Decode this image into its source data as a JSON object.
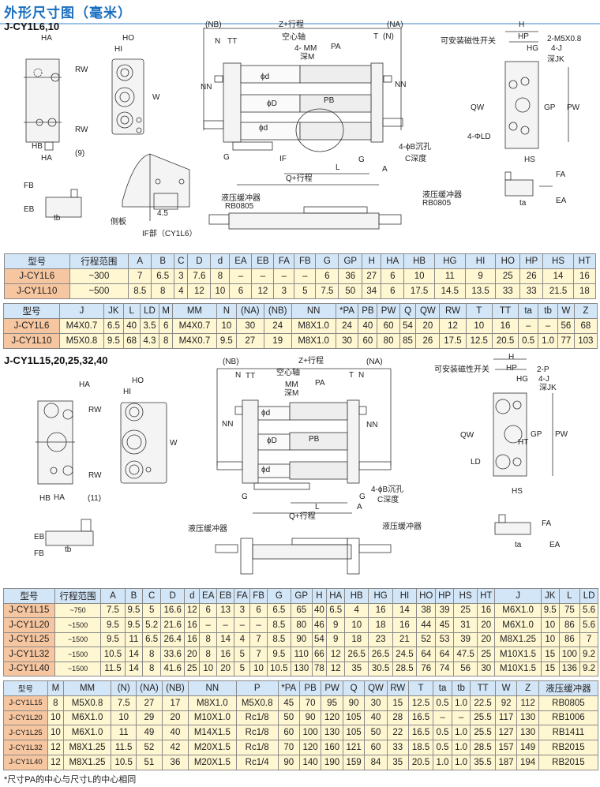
{
  "page_title": "外形尺寸图（毫米）",
  "section1": {
    "title": "J-CY1L6,10",
    "labels": {
      "ha_top": "HA",
      "rw_top": "RW",
      "rw_bot": "RW",
      "hb": "HB",
      "ha_bot": "HA",
      "nine": "(9)",
      "ho": "HO",
      "hi": "HI",
      "w": "W",
      "fb": "FB",
      "eb": "EB",
      "tb": "tb",
      "side_plate": "侧板",
      "dim45": "4.5",
      "if_part": "IF部（CY1L6）",
      "nb": "(NB)",
      "z_stroke": "Z+行程",
      "na": "(NA)",
      "n": "N",
      "tt": "TT",
      "t": "T",
      "n_paren": "(N)",
      "hollow_shaft": "空心轴",
      "mm": "4- MM",
      "pa": "PA",
      "depth_m": "深M",
      "nn_left": "NN",
      "nn_right": "NN",
      "phi_d1": "ϕd",
      "phi_D": "ϕD",
      "pb": "PB",
      "phi_d2": "ϕd",
      "b_counterbore": "4-ϕB沉孔",
      "c_depth": "C深度",
      "g_left": "G",
      "if": "IF",
      "g_right": "G",
      "l": "L",
      "a": "A",
      "q_stroke": "Q+行程",
      "buffer_left": "液压缓冲器",
      "rb_left": "RB0805",
      "buffer_right": "液压缓冲器",
      "rb_right": "RB0805",
      "h": "H",
      "hp": "HP",
      "magnetic_switch": "可安装磁性开关",
      "m5": "2-M5X0.8",
      "hg": "HG",
      "j": "4-J",
      "depth_jk": "深JK",
      "qw": "QW",
      "gp": "GP",
      "pw": "PW",
      "ld": "4-ΦLD",
      "hs": "HS",
      "fa": "FA",
      "ea": "EA",
      "ta": "ta"
    }
  },
  "section2": {
    "title": "J-CY1L15,20,25,32,40",
    "labels": {
      "ha_top": "HA",
      "rw_top": "RW",
      "rw_bot": "RW",
      "hb": "HB",
      "ha_bot": "HA",
      "eleven": "(11)",
      "ho": "HO",
      "hi": "HI",
      "w": "W",
      "eb": "EB",
      "fb": "FB",
      "tb": "tb",
      "nb": "(NB)",
      "z_stroke": "Z+行程",
      "na": "(NA)",
      "n_left": "N",
      "tt": "TT",
      "t": "T",
      "n_right": "N",
      "hollow_shaft": "空心轴",
      "mm": "MM",
      "pa": "PA",
      "depth_m": "深M",
      "nn_left": "NN",
      "nn_right": "NN",
      "phi_d1": "ϕd",
      "phi_D": "ϕD",
      "pb": "PB",
      "phi_d2": "ϕd",
      "b_counterbore": "4-ϕB沉孔",
      "c_depth": "C深度",
      "g_left": "G",
      "g_right": "G",
      "l": "L",
      "a": "A",
      "q_stroke": "Q+行程",
      "buffer_left": "液压缓冲器",
      "buffer_right": "液压缓冲器",
      "h": "H",
      "hp": "HP",
      "magnetic_switch": "可安装磁性开关",
      "p": "2-P",
      "hg": "HG",
      "j": "4-J",
      "depth_jk": "深JK",
      "qw": "QW",
      "gp": "GP",
      "pw": "PW",
      "ht": "HT",
      "ld": "LD",
      "hs": "HS",
      "fa": "FA",
      "ea": "EA",
      "ta": "ta"
    }
  },
  "tables": [
    {
      "headers": [
        "型号",
        "行程范围",
        "A",
        "B",
        "C",
        "D",
        "d",
        "EA",
        "EB",
        "FA",
        "FB",
        "G",
        "GP",
        "H",
        "HA",
        "HB",
        "HG",
        "HI",
        "HO",
        "HP",
        "HS",
        "HT"
      ],
      "rows": [
        [
          "J-CY1L6",
          "~300",
          "7",
          "6.5",
          "3",
          "7.6",
          "8",
          "–",
          "–",
          "–",
          "–",
          "6",
          "36",
          "27",
          "6",
          "10",
          "11",
          "9",
          "25",
          "26",
          "14",
          "16"
        ],
        [
          "J-CY1L10",
          "~500",
          "8.5",
          "8",
          "4",
          "12",
          "10",
          "6",
          "12",
          "3",
          "5",
          "7.5",
          "50",
          "34",
          "6",
          "17.5",
          "14.5",
          "13.5",
          "33",
          "33",
          "21.5",
          "18"
        ]
      ]
    },
    {
      "headers": [
        "型号",
        "J",
        "JK",
        "L",
        "LD",
        "M",
        "MM",
        "N",
        "(NA)",
        "(NB)",
        "NN",
        "*PA",
        "PB",
        "PW",
        "Q",
        "QW",
        "RW",
        "T",
        "TT",
        "ta",
        "tb",
        "W",
        "Z"
      ],
      "rows": [
        [
          "J-CY1L6",
          "M4X0.7",
          "6.5",
          "40",
          "3.5",
          "6",
          "M4X0.7",
          "10",
          "30",
          "24",
          "M8X1.0",
          "24",
          "40",
          "60",
          "54",
          "20",
          "12",
          "10",
          "16",
          "–",
          "–",
          "56",
          "68"
        ],
        [
          "J-CY1L10",
          "M5X0.8",
          "9.5",
          "68",
          "4.3",
          "8",
          "M4X0.7",
          "9.5",
          "27",
          "19",
          "M8X1.0",
          "30",
          "60",
          "80",
          "85",
          "26",
          "17.5",
          "12.5",
          "20.5",
          "0.5",
          "1.0",
          "77",
          "103"
        ]
      ]
    },
    {
      "headers": [
        "型号",
        "行程范围",
        "A",
        "B",
        "C",
        "D",
        "d",
        "EA",
        "EB",
        "FA",
        "FB",
        "G",
        "GP",
        "H",
        "HA",
        "HB",
        "HG",
        "HI",
        "HO",
        "HP",
        "HS",
        "HT",
        "J",
        "JK",
        "L",
        "LD"
      ],
      "rows": [
        [
          "J-CY1L15",
          "~750",
          "7.5",
          "9.5",
          "5",
          "16.6",
          "12",
          "6",
          "13",
          "3",
          "6",
          "6.5",
          "65",
          "40",
          "6.5",
          "4",
          "16",
          "14",
          "38",
          "39",
          "25",
          "16",
          "M6X1.0",
          "9.5",
          "75",
          "5.6"
        ],
        [
          "J-CY1L20",
          "~1500",
          "9.5",
          "9.5",
          "5.2",
          "21.6",
          "16",
          "–",
          "–",
          "–",
          "–",
          "8.5",
          "80",
          "46",
          "9",
          "10",
          "18",
          "16",
          "44",
          "45",
          "31",
          "20",
          "M6X1.0",
          "10",
          "86",
          "5.6"
        ],
        [
          "J-CY1L25",
          "~1500",
          "9.5",
          "11",
          "6.5",
          "26.4",
          "16",
          "8",
          "14",
          "4",
          "7",
          "8.5",
          "90",
          "54",
          "9",
          "18",
          "23",
          "21",
          "52",
          "53",
          "39",
          "20",
          "M8X1.25",
          "10",
          "86",
          "7"
        ],
        [
          "J-CY1L32",
          "~1500",
          "10.5",
          "14",
          "8",
          "33.6",
          "20",
          "8",
          "16",
          "5",
          "7",
          "9.5",
          "110",
          "66",
          "12",
          "26.5",
          "26.5",
          "24.5",
          "64",
          "64",
          "47.5",
          "25",
          "M10X1.5",
          "15",
          "100",
          "9.2"
        ],
        [
          "J-CY1L40",
          "~1500",
          "11.5",
          "14",
          "8",
          "41.6",
          "25",
          "10",
          "20",
          "5",
          "10",
          "10.5",
          "130",
          "78",
          "12",
          "35",
          "30.5",
          "28.5",
          "76",
          "74",
          "56",
          "30",
          "M10X1.5",
          "15",
          "136",
          "9.2"
        ]
      ]
    },
    {
      "headers": [
        "型号",
        "M",
        "MM",
        "(N)",
        "(NA)",
        "(NB)",
        "NN",
        "P",
        "*PA",
        "PB",
        "PW",
        "Q",
        "QW",
        "RW",
        "T",
        "ta",
        "tb",
        "TT",
        "W",
        "Z",
        "液压缓冲器"
      ],
      "rows": [
        [
          "J-CY1L15",
          "8",
          "M5X0.8",
          "7.5",
          "27",
          "17",
          "M8X1.0",
          "M5X0.8",
          "45",
          "70",
          "95",
          "90",
          "30",
          "15",
          "12.5",
          "0.5",
          "1.0",
          "22.5",
          "92",
          "112",
          "RB0805"
        ],
        [
          "J-CY1L20",
          "10",
          "M6X1.0",
          "10",
          "29",
          "20",
          "M10X1.0",
          "Rc1/8",
          "50",
          "90",
          "120",
          "105",
          "40",
          "28",
          "16.5",
          "–",
          "–",
          "25.5",
          "117",
          "130",
          "RB1006"
        ],
        [
          "J-CY1L25",
          "10",
          "M6X1.0",
          "11",
          "49",
          "40",
          "M14X1.5",
          "Rc1/8",
          "60",
          "100",
          "130",
          "105",
          "50",
          "22",
          "16.5",
          "0.5",
          "1.0",
          "25.5",
          "127",
          "130",
          "RB1411"
        ],
        [
          "J-CY1L32",
          "12",
          "M8X1.25",
          "11.5",
          "52",
          "42",
          "M20X1.5",
          "Rc1/8",
          "70",
          "120",
          "160",
          "121",
          "60",
          "33",
          "18.5",
          "0.5",
          "1.0",
          "28.5",
          "157",
          "149",
          "RB2015"
        ],
        [
          "J-CY1L40",
          "12",
          "M8X1.25",
          "10.5",
          "51",
          "36",
          "M20X1.5",
          "Rc1/4",
          "90",
          "140",
          "190",
          "159",
          "84",
          "35",
          "20.5",
          "1.0",
          "1.0",
          "35.5",
          "187",
          "194",
          "RB2015"
        ]
      ]
    }
  ],
  "footnote": "*尺寸PA的中心与尺寸L的中心相同"
}
